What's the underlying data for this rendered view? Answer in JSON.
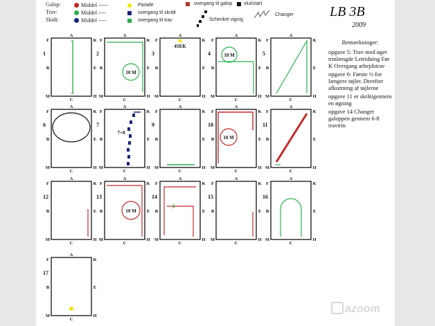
{
  "legend": {
    "gaits": [
      {
        "label": "Galop:",
        "color": "#c62828",
        "note": "Middel -----"
      },
      {
        "label": "Trav:",
        "color": "#2bb24c",
        "note": "Middel ----"
      },
      {
        "label": "Skidt:",
        "color": "#1a237e",
        "note": "Middel ----"
      }
    ],
    "symbols": [
      {
        "label": "Parade",
        "color": "#f5e400",
        "shape": "dot"
      },
      {
        "label": "overgang til skridt",
        "color": "#1a237e",
        "shape": "square"
      },
      {
        "label": "overgang til trav",
        "color": "#2bb24c",
        "shape": "square"
      },
      {
        "label": "overgang til galop",
        "color": "#b23a2a",
        "shape": "square"
      },
      {
        "label": "slut/start",
        "color": "#111111",
        "shape": "square"
      },
      {
        "label": "Schenkel vignig",
        "color": "#111111",
        "shape": "dashed-line"
      },
      {
        "label": "Changer",
        "color": "#555555",
        "shape": "zigzag"
      }
    ]
  },
  "title": "LB 3B",
  "year": "2009",
  "notes": {
    "heading": "Bemærkninger:",
    "items": [
      "opgave 5: Trav med øget trinlængde Letridning Før K Overgang arbejdstrav",
      "opgave 6: Første ½ for længere tøjler. Derefter afkortning af tøjlerne",
      "opgave 11 er skråtigennem en øgning",
      "opgave 14 Changer galoppen gennem 6-8 travtrin"
    ]
  },
  "arena_letters": {
    "top": "A",
    "bottom": "C",
    "left_top": "F",
    "left_mid": "B",
    "left_bottom": "M",
    "right_top": "K",
    "right_mid": "E",
    "right_bottom": "H"
  },
  "arenas": [
    {
      "num": "1",
      "label": ""
    },
    {
      "num": "2",
      "label": "10 M"
    },
    {
      "num": "3",
      "label": "4SEK"
    },
    {
      "num": "4",
      "label": "10 M"
    },
    {
      "num": "5",
      "label": ""
    },
    {
      "num": "6",
      "label": ""
    },
    {
      "num": "7",
      "label": "7+8"
    },
    {
      "num": "9",
      "label": ""
    },
    {
      "num": "10",
      "label": "10 M"
    },
    {
      "num": "11",
      "label": ""
    },
    {
      "num": "12",
      "label": ""
    },
    {
      "num": "13",
      "label": "10 M"
    },
    {
      "num": "14",
      "label": ""
    },
    {
      "num": "15",
      "label": ""
    },
    {
      "num": "16",
      "label": ""
    },
    {
      "num": "17",
      "label": ""
    }
  ],
  "watermark": "azoom"
}
